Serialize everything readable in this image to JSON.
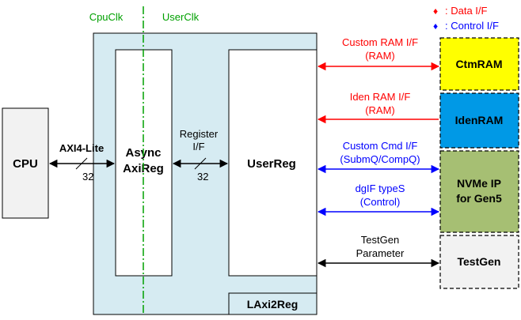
{
  "clocks": {
    "cpu": "CpuClk",
    "user": "UserClk"
  },
  "legend": {
    "data_marker": "♦",
    "data_label": ": Data I/F",
    "control_marker": "♦",
    "control_label": ": Control I/F"
  },
  "blocks": {
    "cpu": "CPU",
    "async_line1": "Async",
    "async_line2": "AxiReg",
    "userreg": "UserReg",
    "laxi2reg": "LAxi2Reg",
    "ctmram": "CtmRAM",
    "idenram": "IdenRAM",
    "nvme_line1": "NVMe IP",
    "nvme_line2": "for Gen5",
    "testgen": "TestGen"
  },
  "links": {
    "axi4_label": "AXI4-Lite",
    "axi4_width": "32",
    "reg_label_line1": "Register",
    "reg_label_line2": "I/F",
    "reg_width": "32",
    "ctm_ram_line1": "Custom RAM I/F",
    "ctm_ram_line2": "(RAM)",
    "iden_ram_line1": "Iden RAM I/F",
    "iden_ram_line2": "(RAM)",
    "ctm_cmd_line1": "Custom Cmd I/F",
    "ctm_cmd_line2": "(SubmQ/CompQ)",
    "dgif_line1": "dgIF typeS",
    "dgif_line2": "(Control)",
    "testgen_line1": "TestGen",
    "testgen_line2": "Parameter"
  },
  "colors": {
    "data": "#ff0000",
    "control": "#0000ff",
    "neutral": "#000000",
    "clock": "#00a000",
    "laxi_fill": "#d6ebf2",
    "cpu_fill": "#f2f2f2",
    "ctmram_fill": "#ffff00",
    "idenram_fill": "#0099e6",
    "nvme_fill": "#a6bf73",
    "testgen_fill": "#f2f2f2"
  }
}
